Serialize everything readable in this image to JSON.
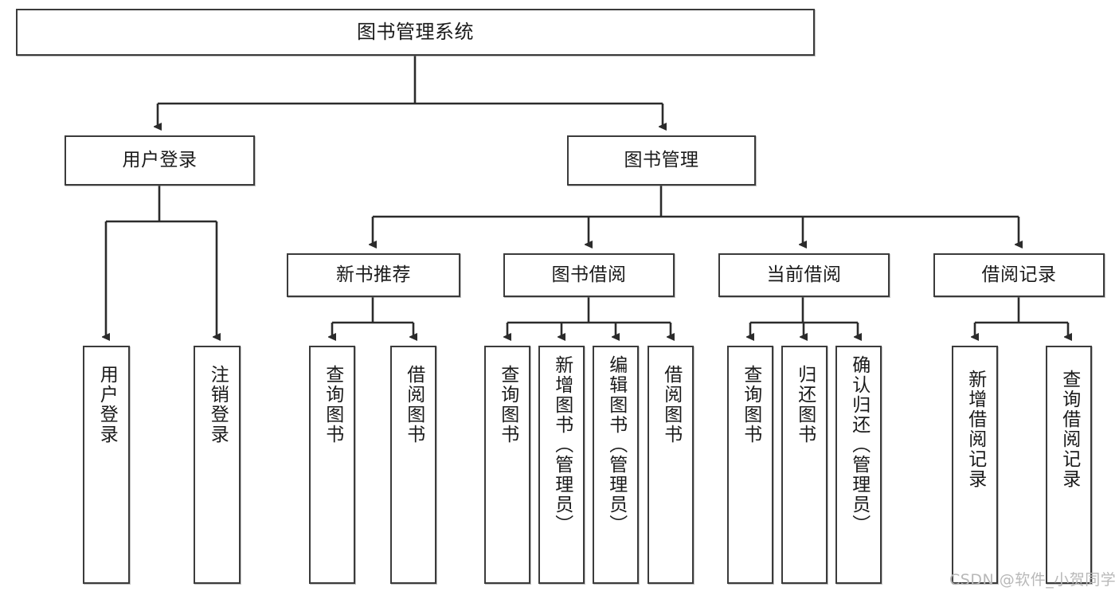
{
  "diagram": {
    "type": "tree-hierarchy-chart",
    "title": "图书管理系统",
    "orientation": "top-down",
    "colors": {
      "box_border": "#3b3b3b",
      "box_fill": "#ffffff",
      "edge": "#2b2b2b",
      "text": "#1a1a1a",
      "watermark": "#b8b8b8",
      "background": "#ffffff"
    },
    "nodes": {
      "root": {
        "label": "图书管理系统"
      },
      "level1": [
        {
          "id": "user-login",
          "label": "用户登录"
        },
        {
          "id": "book-manage",
          "label": "图书管理"
        }
      ],
      "level2": [
        {
          "id": "new-book-recommend",
          "label": "新书推荐"
        },
        {
          "id": "book-borrow",
          "label": "图书借阅"
        },
        {
          "id": "current-borrow",
          "label": "当前借阅"
        },
        {
          "id": "borrow-record",
          "label": "借阅记录"
        }
      ],
      "leaves": {
        "user-login": [
          {
            "id": "leaf-user-login",
            "label": "用户登录"
          },
          {
            "id": "leaf-logout-login",
            "label": "注销登录"
          }
        ],
        "new-book-recommend": [
          {
            "id": "leaf-query-book-1",
            "label": "查询图书"
          },
          {
            "id": "leaf-borrow-book-1",
            "label": "借阅图书"
          }
        ],
        "book-borrow": [
          {
            "id": "leaf-query-book-2",
            "label": "查询图书"
          },
          {
            "id": "leaf-add-book",
            "label": "新增图书（管理员）"
          },
          {
            "id": "leaf-edit-book",
            "label": "编辑图书（管理员）"
          },
          {
            "id": "leaf-borrow-book-2",
            "label": "借阅图书"
          }
        ],
        "current-borrow": [
          {
            "id": "leaf-query-book-3",
            "label": "查询图书"
          },
          {
            "id": "leaf-return-book",
            "label": "归还图书"
          },
          {
            "id": "leaf-confirm-return",
            "label": "确认归还（管理员）"
          }
        ],
        "borrow-record": [
          {
            "id": "leaf-add-record",
            "label": "新增借阅记录"
          },
          {
            "id": "leaf-query-record",
            "label": "查询借阅记录"
          }
        ]
      }
    },
    "watermark": "CSDN @软件_小贺同学"
  }
}
